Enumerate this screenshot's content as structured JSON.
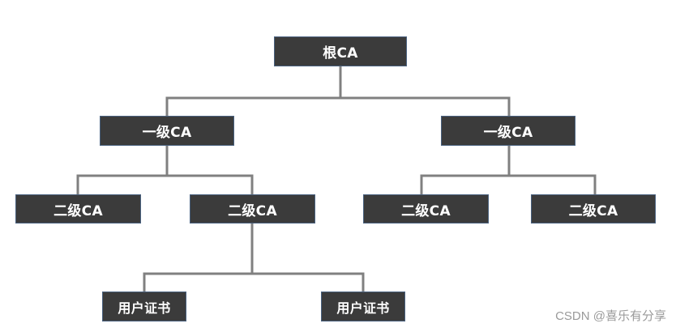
{
  "diagram": {
    "root": {
      "label": "根CA"
    },
    "level1_left": {
      "label": "一级CA"
    },
    "level1_right": {
      "label": "一级CA"
    },
    "level2": [
      {
        "label": "二级CA"
      },
      {
        "label": "二级CA"
      },
      {
        "label": "二级CA"
      },
      {
        "label": "二级CA"
      }
    ],
    "user_certs": [
      {
        "label": "用户证书"
      },
      {
        "label": "用户证书"
      }
    ],
    "box_fill_color": "#3b3b3b",
    "box_border_color": "#4a6280",
    "connector_color": "#808080"
  },
  "watermark": {
    "text": "CSDN @喜乐有分享"
  }
}
